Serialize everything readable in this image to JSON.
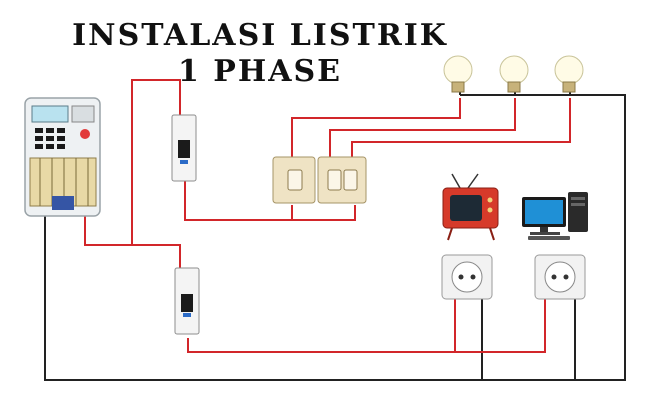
{
  "title": {
    "line1": "INSTALASI LISTRIK",
    "line2": "1 PHASE"
  },
  "colors": {
    "phase_wire": "#d2262a",
    "neutral_wire": "#222222",
    "switch_plate": "#efe3c4",
    "socket_face": "#f2f2f2"
  },
  "components": [
    "kwh-meter",
    "mcb-top",
    "mcb-bottom",
    "single-switch",
    "double-switch",
    "lamp-1",
    "lamp-2",
    "lamp-3",
    "tv",
    "computer",
    "socket-1",
    "socket-2"
  ]
}
